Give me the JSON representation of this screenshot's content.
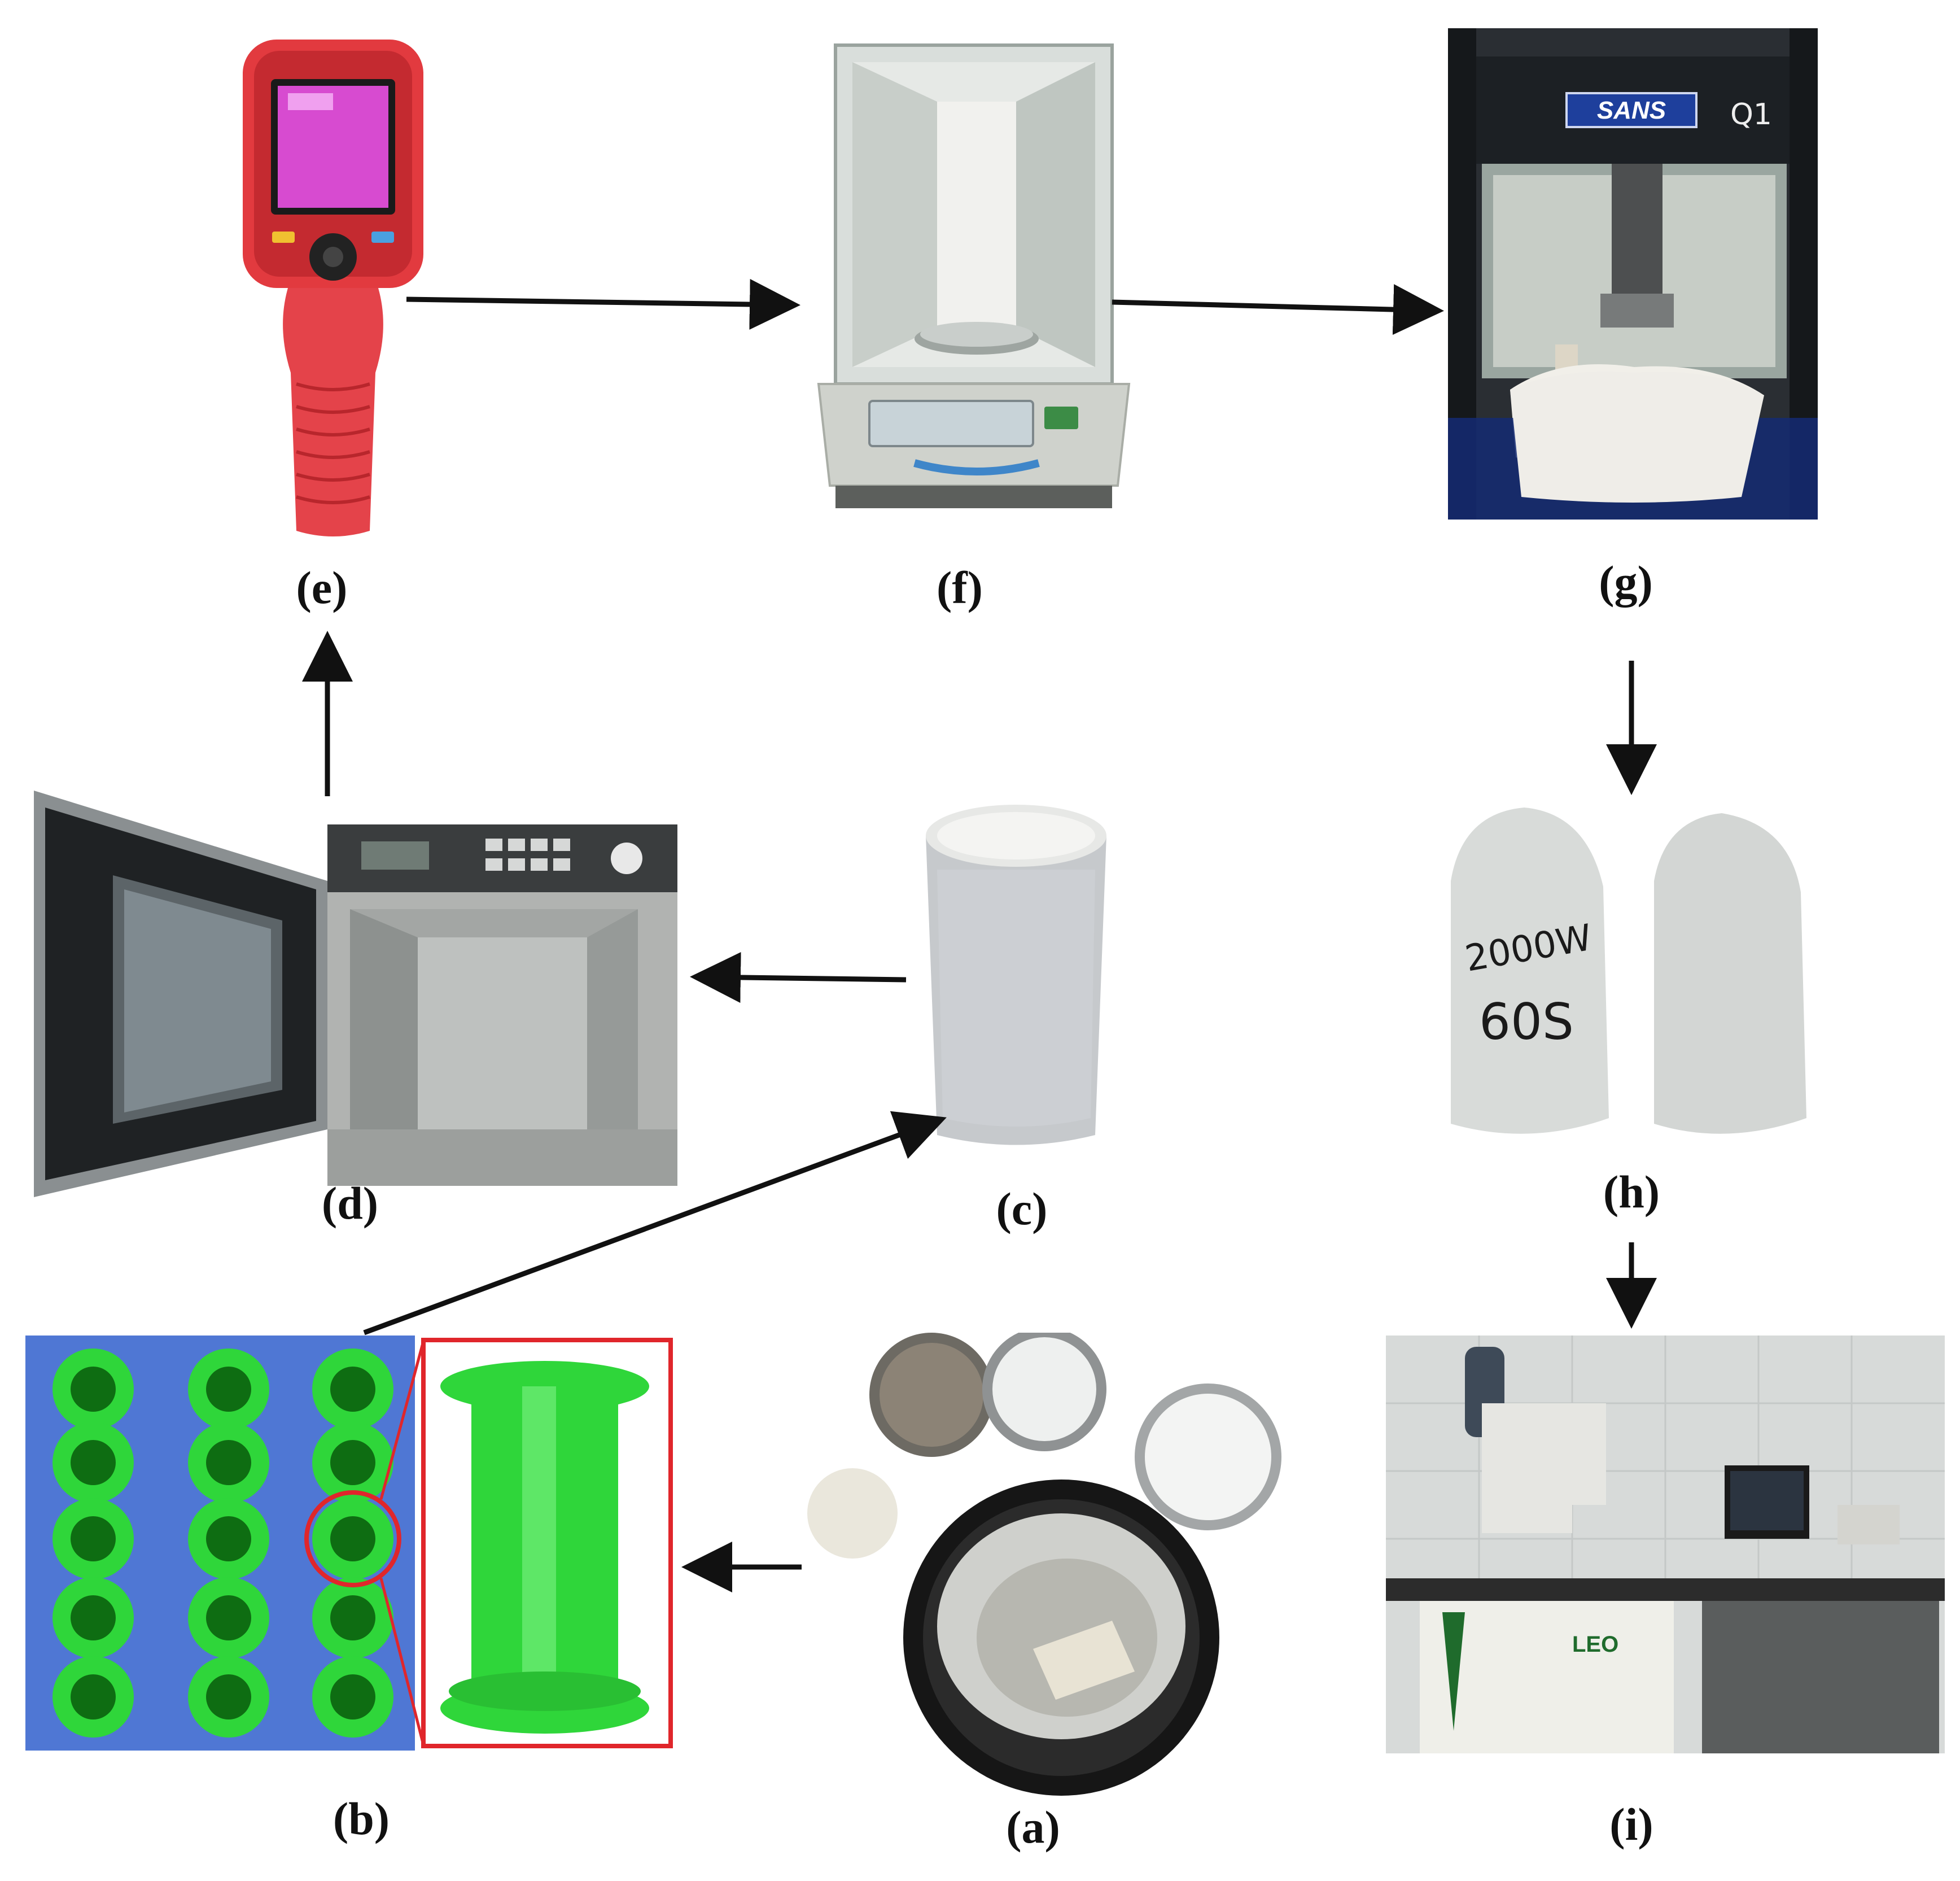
{
  "captions": {
    "a": "(a)",
    "b": "(b)",
    "c": "(c)",
    "d": "(d)",
    "e": "(e)",
    "f": "(f)",
    "g": "(g)",
    "h": "(h)",
    "i": "(i)"
  },
  "photo_text": {
    "press_brand": "SANS",
    "press_marking": "Q1",
    "specimen_note_line1": "2000W",
    "specimen_note_line2": "60S",
    "sem_brand": "LEO"
  },
  "colors": {
    "arrow": "#111111",
    "highlight": "#e0262b",
    "mold_green": "#2fd63a",
    "thermal_red": "#e23a3f"
  }
}
